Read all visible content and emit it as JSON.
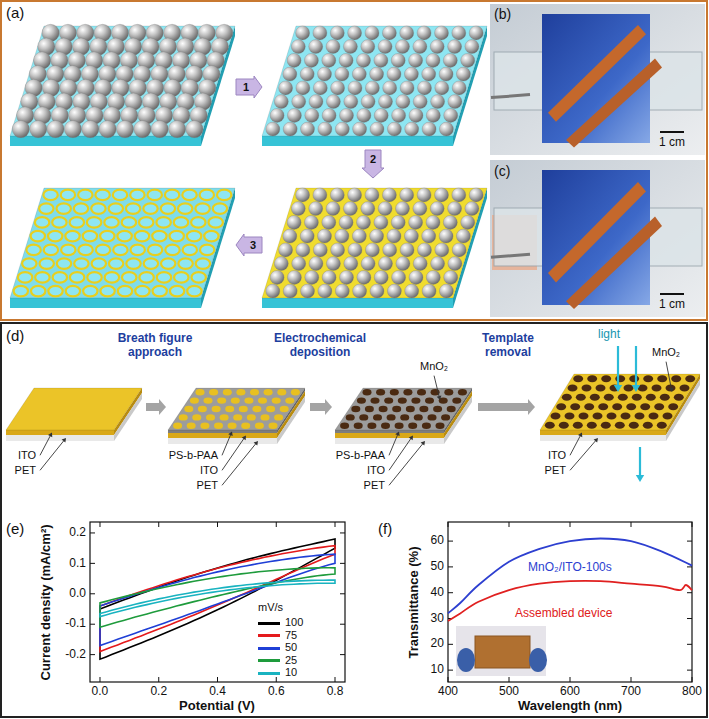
{
  "diagram": {
    "labels": [
      "(a)",
      "1",
      "2",
      "3",
      "(b)",
      "1 cm",
      "(c)",
      "1 cm",
      "(d)",
      "Breath figure approach",
      "Electrochemical deposition",
      "MnO₂",
      "Template removal",
      "light",
      "MnO₂",
      "ITO",
      "PET",
      "PS-b-PAA",
      "ITO",
      "PET",
      "PS-b-PAA",
      "ITO",
      "PET",
      "ITO",
      "PET",
      "(e)",
      "0.2",
      "0.1",
      "0.0",
      "-0.1",
      "-0.2",
      "0.0",
      "0.2",
      "0.4",
      "0.6",
      "0.8",
      "Potential (V)",
      "Current density (mA/cm²)",
      "mV/s",
      "(f)",
      "60",
      "50",
      "40",
      "30",
      "20",
      "10",
      "400",
      "500",
      "600",
      "700",
      "800",
      "Wavelength (nm)",
      "Transmittance (%)",
      "MnO₂/ITO-100s",
      "Assembled device"
    ],
    "legend": [
      {
        "text": "100",
        "color": "#000000"
      },
      {
        "text": "75",
        "color": "#e41a1c"
      },
      {
        "text": "50",
        "color": "#1f3fd6"
      },
      {
        "text": "25",
        "color": "#1e9b3c"
      },
      {
        "text": "10",
        "color": "#19b3c0"
      }
    ]
  }
}
